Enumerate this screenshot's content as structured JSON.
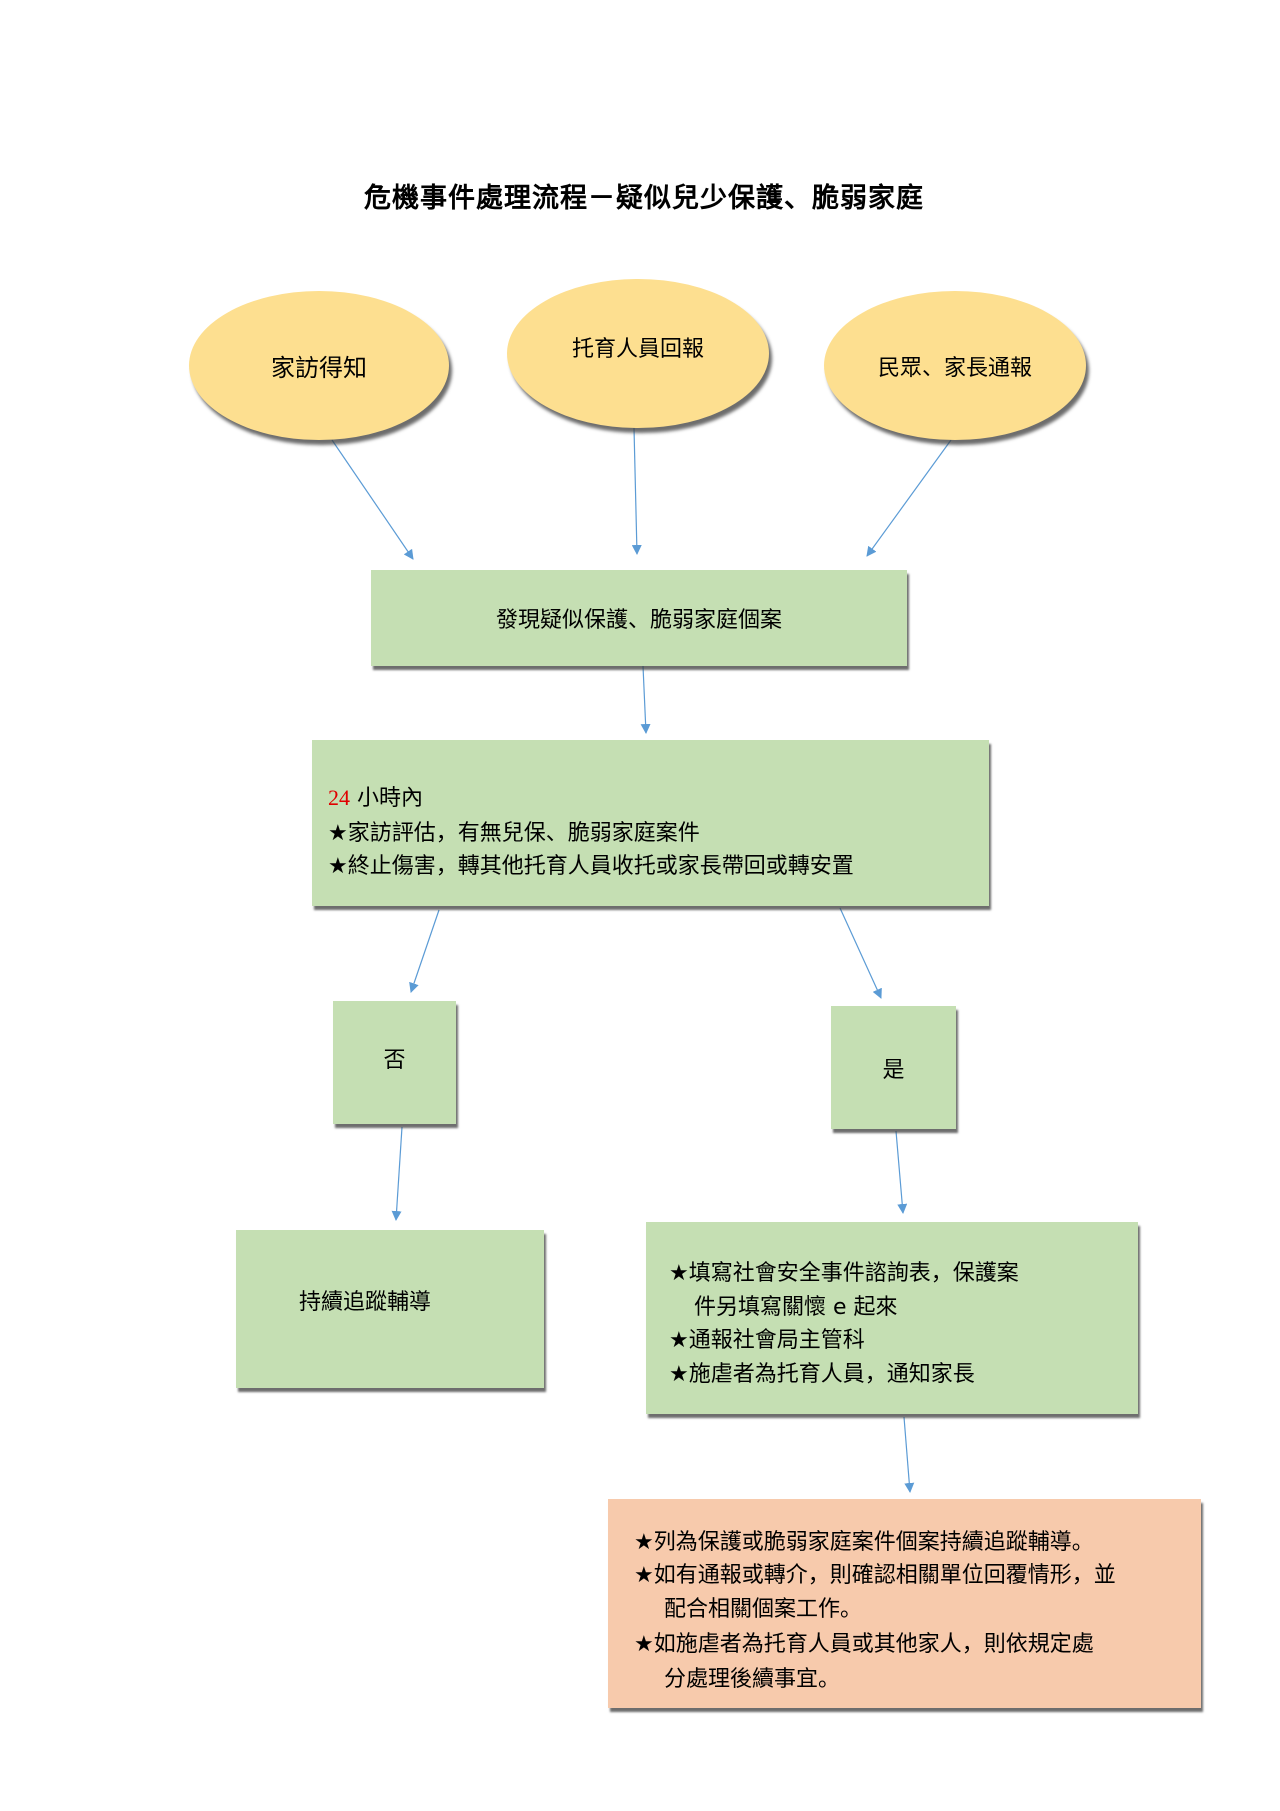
{
  "title": "危機事件處理流程－疑似兒少保護、脆弱家庭",
  "sources": [
    "家訪得知",
    "托育人員回報",
    "民眾、家長通報"
  ],
  "discover": "發現疑似保護、脆弱家庭個案",
  "assess": {
    "time_num": "24",
    "time_text": " 小時內",
    "lines": [
      "★家訪評估，有無兒保、脆弱家庭案件",
      "★終止傷害，轉其他托育人員收托或家長帶回或轉安置"
    ]
  },
  "no_label": "否",
  "yes_label": "是",
  "no_action": "持續追蹤輔導",
  "yes_actions": [
    "★填寫社會安全事件諮詢表，保護案",
    "件另填寫關懷 e 起來",
    "★通報社會局主管科",
    "★施虐者為托育人員，通知家長"
  ],
  "final_actions": [
    "★列為保護或脆弱家庭案件個案持續追蹤輔導。",
    "★如有通報或轉介，則確認相關單位回覆情形，並",
    "配合相關個案工作。",
    "★如施虐者為托育人員或其他家人，則依規定處",
    "分處理後續事宜。"
  ],
  "colors": {
    "ellipse": "#fddf90",
    "green": "#c5dfb3",
    "peach": "#f7caac",
    "arrow": "#5b9bd5"
  }
}
